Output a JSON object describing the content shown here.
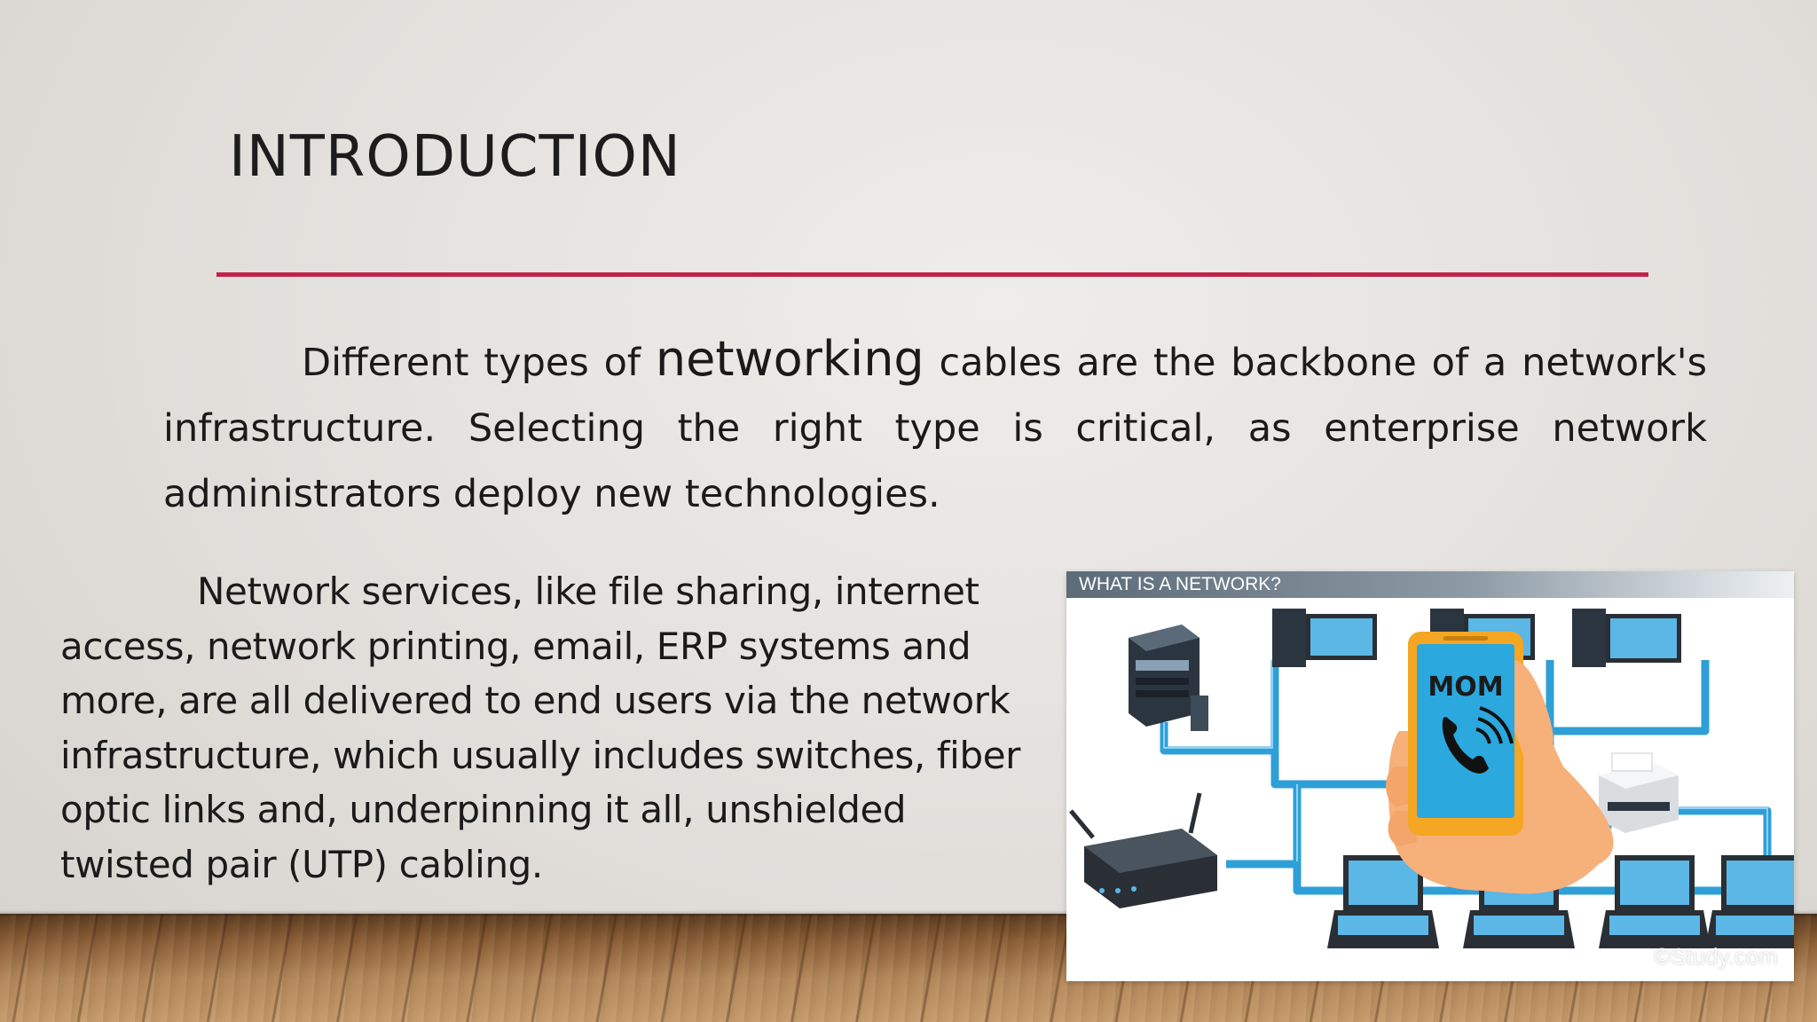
{
  "slide": {
    "title": "INTRODUCTION",
    "paragraph1": {
      "before": "Different types of ",
      "emphasis": "networking",
      "after": " cables are the backbone of a network's infrastructure. Selecting the right type is critical, as enterprise network administrators deploy new technologies."
    },
    "paragraph2": "Network services, like file sharing, internet access, network printing, email, ERP systems and more, are all delivered to end users via the network infrastructure, which usually includes switches, fiber optic links and, underpinning it all, unshielded twisted pair (UTP) cabling."
  },
  "figure": {
    "caption": "WHAT IS A NETWORK?",
    "phone_label": "MOM",
    "watermark": "©Study.com",
    "icons": [
      "server-tower-icon",
      "desktop-computer-icon",
      "printer-icon",
      "router-icon",
      "laptop-icon",
      "smartphone-icon",
      "phone-call-icon"
    ]
  },
  "colors": {
    "accent_rule": "#c4224a",
    "cable_blue": "#2f9fd8",
    "phone_orange": "#f5a623"
  }
}
